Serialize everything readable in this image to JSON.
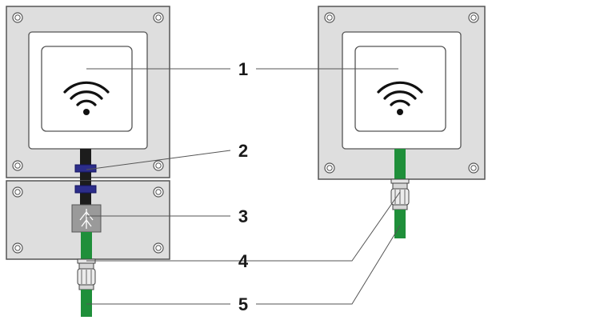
{
  "callouts": [
    "1",
    "2",
    "3",
    "4",
    "5"
  ],
  "colors": {
    "housing": "#dedede",
    "housing_outline": "#555555",
    "panel": "#ffffff",
    "cable_black": "#1c1c1c",
    "cable_green": "#1f8f3a",
    "ferrite_blue": "#2c2d8a",
    "splitter_grey": "#9a9a9a",
    "gland": "#e6e6e6",
    "leader_line": "#555555"
  },
  "icons": {
    "antenna": "wifi-icon",
    "splitter": "splitter-arrow-icon",
    "mounting_hole": "screw-hole-icon"
  }
}
